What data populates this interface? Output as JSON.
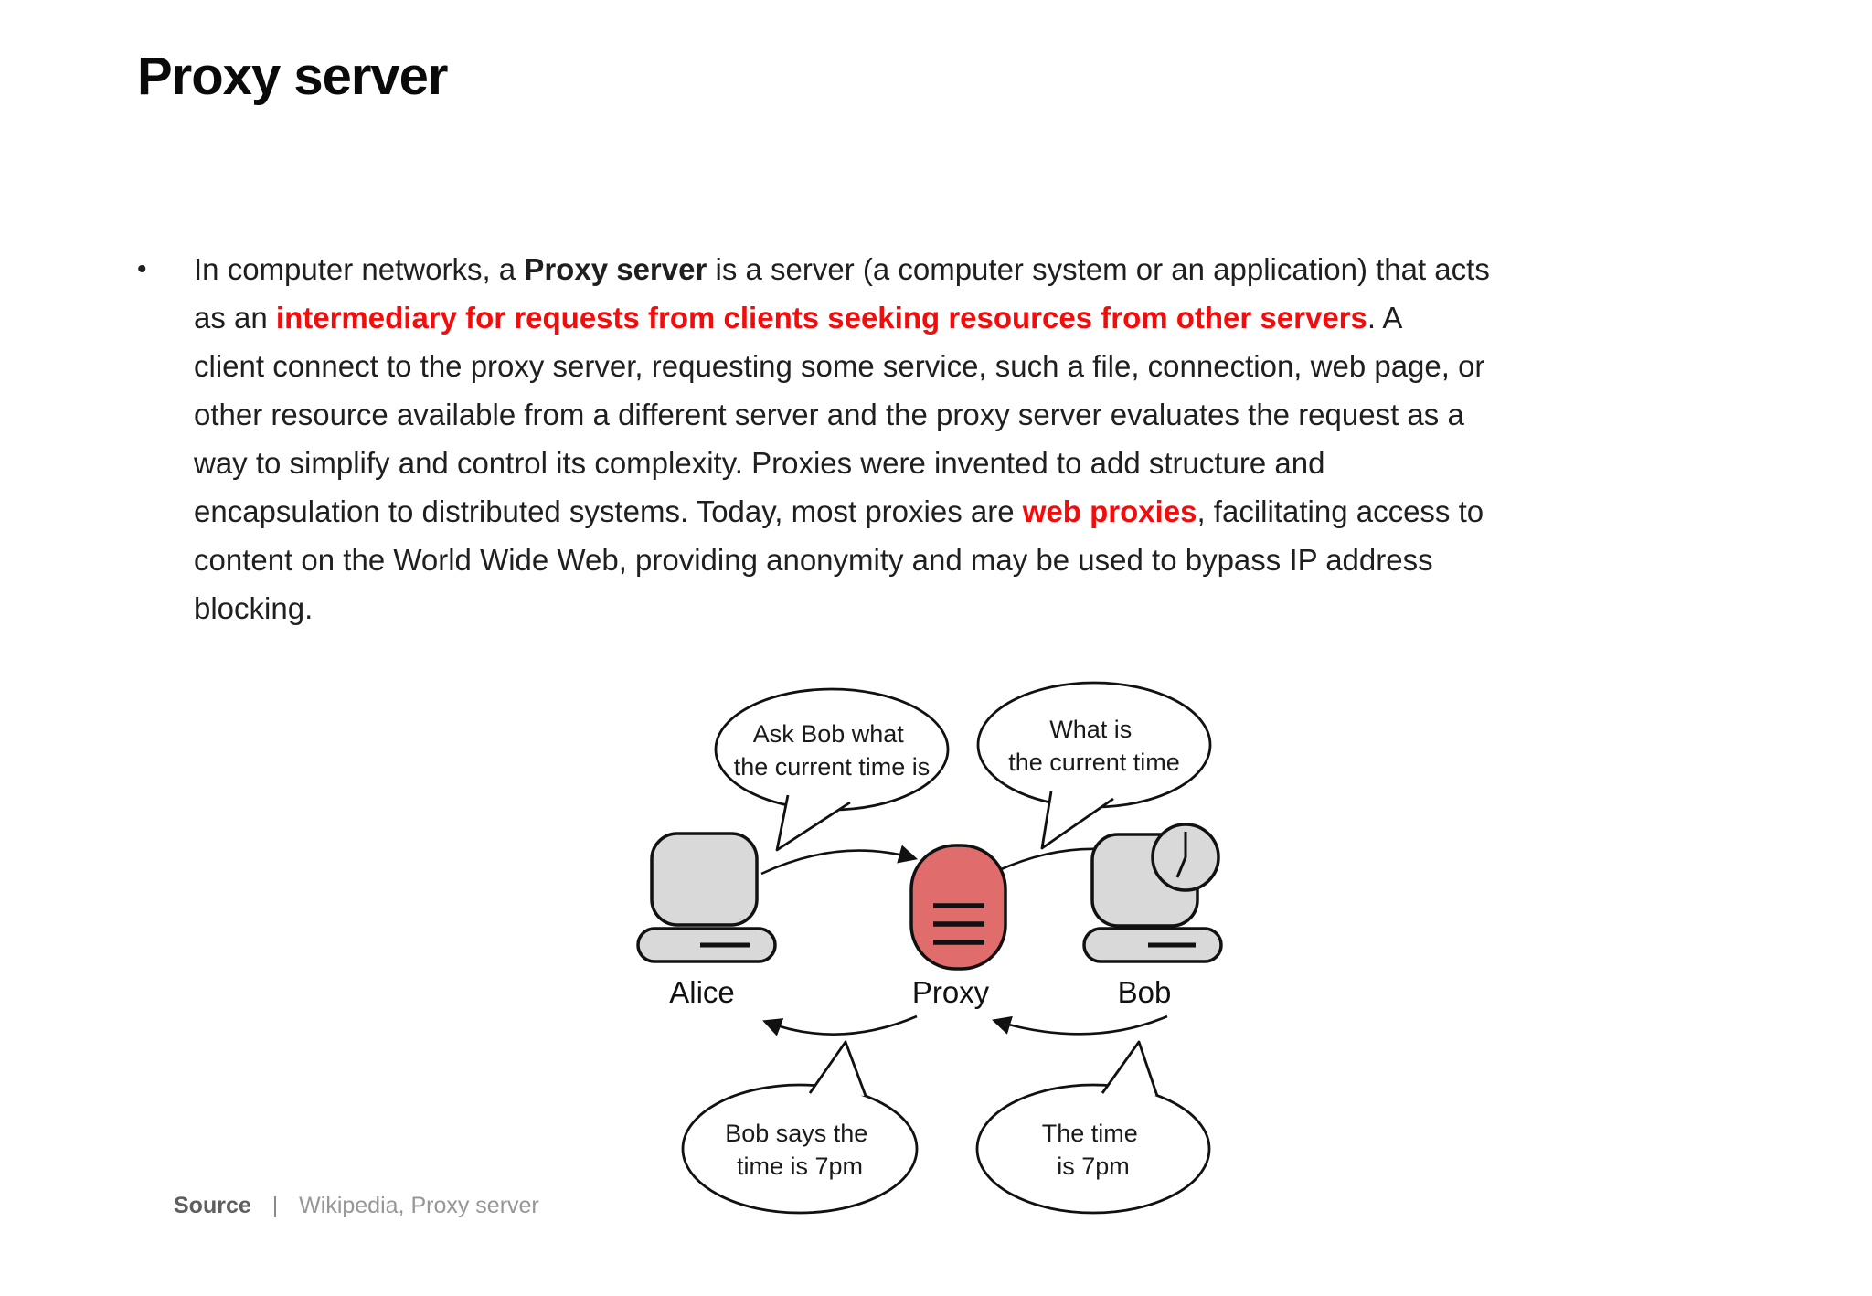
{
  "title": "Proxy server",
  "body": {
    "bullet": "•",
    "lines": [
      [
        {
          "t": "In computer networks, a "
        },
        {
          "t": "Proxy server",
          "bold": true
        },
        {
          "t": " is a server (a computer system or an application) that acts"
        }
      ],
      [
        {
          "t": "as an "
        },
        {
          "t": "intermediary for requests from clients seeking resources from other servers",
          "bold": true,
          "red": true
        },
        {
          "t": ". A"
        }
      ],
      [
        {
          "t": "client connect to the proxy server, requesting some service, such a file, connection, web page, or"
        }
      ],
      [
        {
          "t": "other resource available from a different server and the proxy server evaluates the request as a"
        }
      ],
      [
        {
          "t": "way to simplify and control its complexity. Proxies were invented to add structure and"
        }
      ],
      [
        {
          "t": "encapsulation to distributed systems. Today, most proxies are "
        },
        {
          "t": "web proxies",
          "bold": true,
          "red": true
        },
        {
          "t": ", facilitating access to"
        }
      ],
      [
        {
          "t": "content on the World Wide Web, providing anonymity and may be used to bypass IP address"
        }
      ],
      [
        {
          "t": "blocking."
        }
      ]
    ]
  },
  "diagram": {
    "bubble_ask": {
      "line1": "Ask Bob what",
      "line2": "the current time is"
    },
    "bubble_what": {
      "line1": "What is",
      "line2": "the current time"
    },
    "bubble_bob_says": {
      "line1": "Bob says the",
      "line2": "time is 7pm"
    },
    "bubble_time": {
      "line1": "The time",
      "line2": "is 7pm"
    },
    "labels": {
      "client": "Alice",
      "proxy": "Proxy",
      "server": "Bob"
    },
    "colors": {
      "proxy_fill": "#e06c6c",
      "machine_fill": "#d9d9d9",
      "outline": "#111111"
    }
  },
  "source": {
    "label": "Source",
    "divider": "|",
    "value": "Wikipedia, Proxy server"
  },
  "colors": {
    "accent_red": "#f20d0d",
    "text": "#1f1f1f",
    "source_label": "#5f5f5f",
    "source_value": "#969696"
  }
}
